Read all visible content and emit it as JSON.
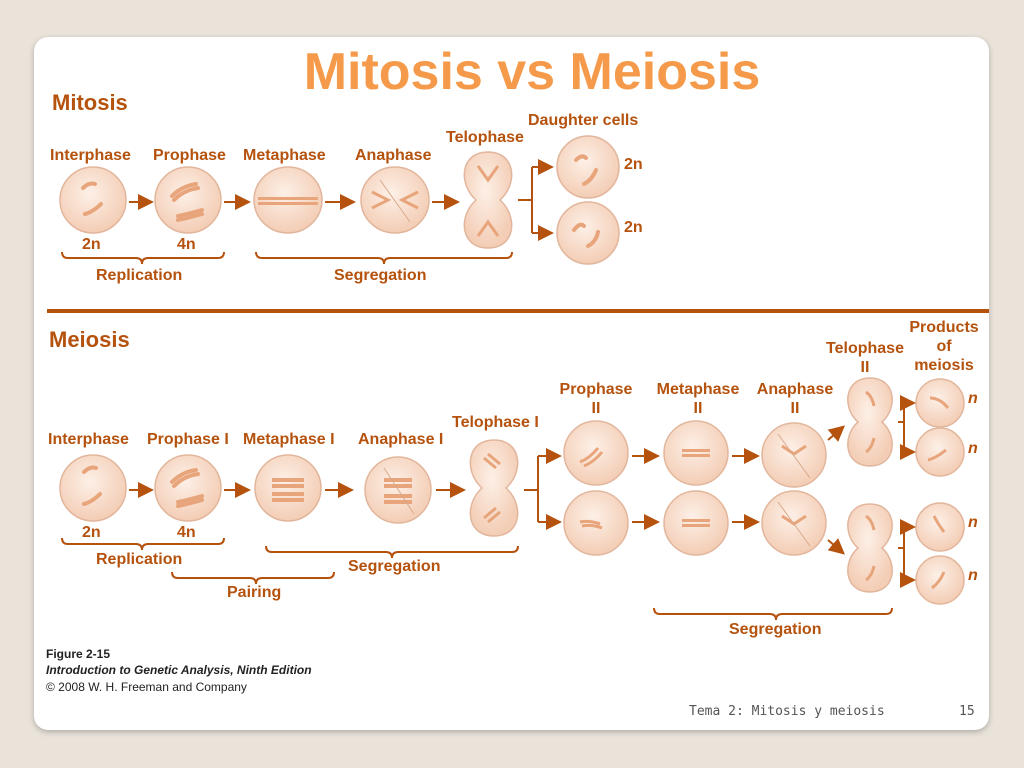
{
  "title": "Mitosis vs Meiosis",
  "mitosis": {
    "heading": "Mitosis",
    "stages": [
      "Interphase",
      "Prophase",
      "Metaphase",
      "Anaphase",
      "Telophase",
      "Daughter cells"
    ],
    "ploidy": {
      "interphase": "2n",
      "prophase": "4n",
      "daughter": "2n"
    },
    "brackets": [
      "Replication",
      "Segregation"
    ]
  },
  "meiosis": {
    "heading": "Meiosis",
    "stages": [
      "Interphase",
      "Prophase I",
      "Metaphase I",
      "Anaphase I",
      "Telophase I",
      "Prophase II",
      "Metaphase II",
      "Anaphase II",
      "Telophase II",
      "Products of meiosis"
    ],
    "ploidy": {
      "interphase": "2n",
      "prophase": "4n",
      "product": "n"
    },
    "brackets": [
      "Replication",
      "Pairing",
      "Segregation",
      "Segregation"
    ]
  },
  "caption": {
    "figure": "Figure 2-15",
    "book": "Introduction to Genetic Analysis, Ninth Edition",
    "copyright": "© 2008 W. H. Freeman and Company"
  },
  "footer": {
    "topic": "Tema 2: Mitosis y meiosis",
    "page": "15"
  },
  "colors": {
    "accent": "#b5520e",
    "title": "#f59a4a",
    "cell": "#f7d8c4",
    "cell_edge": "#e2b69c"
  }
}
